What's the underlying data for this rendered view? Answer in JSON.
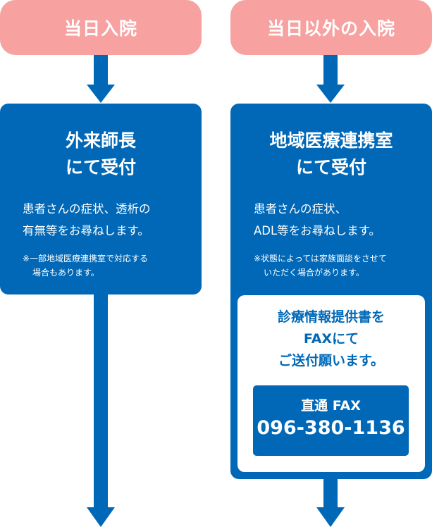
{
  "left": {
    "header": "当日入院",
    "title_lines": [
      "外来師長",
      "にて受付"
    ],
    "desc_lines": [
      "患者さんの症状、透析の",
      "有無等をお尋ねします。"
    ],
    "note_lines": [
      "※一部地域医療連携室で対応する",
      "場合もあります。"
    ]
  },
  "right": {
    "header": "当日以外の入院",
    "title_lines": [
      "地域医療連携室",
      "にて受付"
    ],
    "desc_lines": [
      "患者さんの症状、",
      "ADL等をお尋ねします。"
    ],
    "note_lines": [
      "※状態によっては家族面談をさせて",
      "いただく場合があります。"
    ],
    "fax_message_lines": [
      "診療情報提供書を",
      "FAXにて",
      "ご送付願います。"
    ],
    "fax_label": "直通 FAX",
    "fax_number": "096-380-1136"
  },
  "colors": {
    "blue": "#0068b7",
    "pink": "#f7a1a1"
  }
}
